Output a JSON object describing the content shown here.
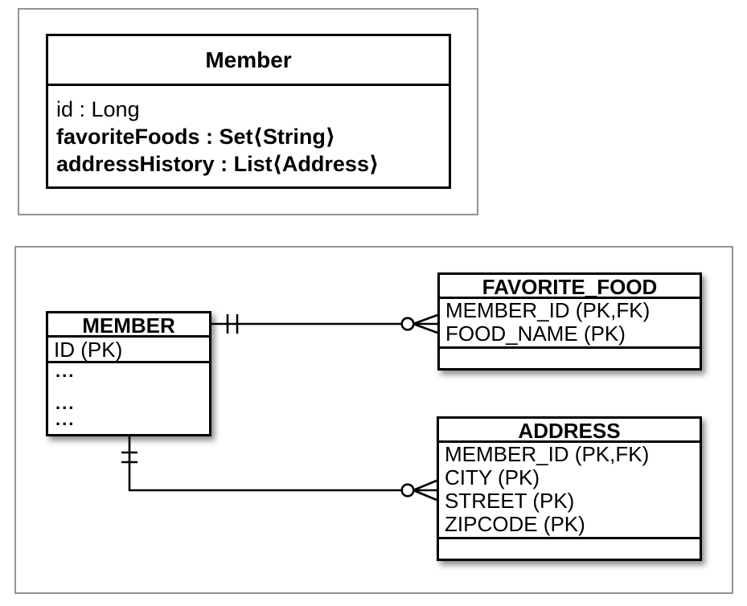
{
  "colors": {
    "panel_border": "#939393",
    "diagram_line": "#000000",
    "table_fill": "#ffffff"
  },
  "uml_class": {
    "title": "Member",
    "attributes": [
      {
        "text": "id : Long",
        "bold": false
      },
      {
        "text": "favoriteFoods : Set⟨String⟩",
        "bold": true
      },
      {
        "text": "addressHistory : List⟨Address⟩",
        "bold": true
      }
    ]
  },
  "er_diagram": {
    "member_table": {
      "title": "MEMBER",
      "primary_row": "ID (PK)",
      "placeholder_rows": [
        "...",
        "",
        "...",
        "..."
      ]
    },
    "favorite_food_table": {
      "title": "FAVORITE_FOOD",
      "rows": [
        "MEMBER_ID (PK,FK)",
        "FOOD_NAME (PK)"
      ]
    },
    "address_table": {
      "title": "ADDRESS",
      "rows": [
        "MEMBER_ID (PK,FK)",
        "CITY (PK)",
        "STREET (PK)",
        "ZIPCODE (PK)"
      ]
    },
    "relationships": [
      {
        "from_table": "MEMBER",
        "to_table": "FAVORITE_FOOD",
        "from_cardinality": "one-and-only-one",
        "to_cardinality": "zero-or-many"
      },
      {
        "from_table": "MEMBER",
        "to_table": "ADDRESS",
        "from_cardinality": "one-and-only-one",
        "to_cardinality": "zero-or-many"
      }
    ]
  }
}
